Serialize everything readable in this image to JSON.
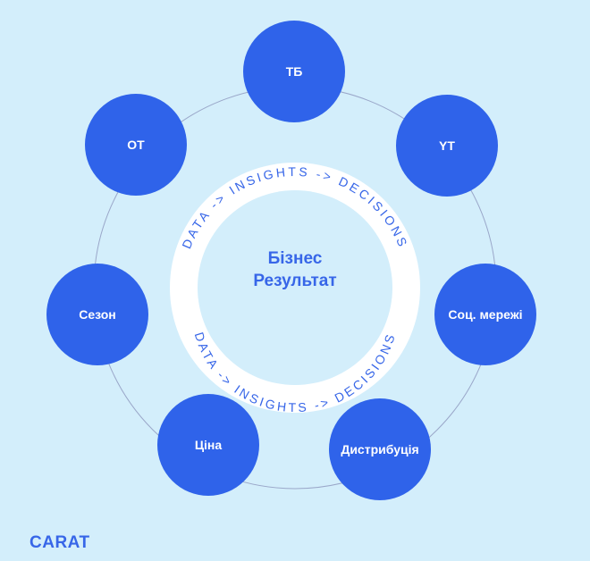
{
  "diagram": {
    "center_text": [
      "Бізнес",
      "Результат"
    ],
    "ring_text_top": "DATA -> INSIGHTS -> DECISIONS",
    "ring_text_bottom": "DATA -> INSIGHTS -> DECISIONS",
    "nodes": [
      {
        "label": "ТБ"
      },
      {
        "label": "YT"
      },
      {
        "label": "Соц. мережі"
      },
      {
        "label": "Дистрибуція"
      },
      {
        "label": "Ціна"
      },
      {
        "label": "Сезон"
      },
      {
        "label": "ОТ"
      }
    ]
  },
  "brand": {
    "logo_text": "CARAT"
  },
  "colors": {
    "background": "#d3eefb",
    "node": "#2f63ea",
    "node_text": "#ffffff",
    "ring": "#ffffff",
    "accent_text": "#3766e8",
    "orbit_line": "#9aa7c9"
  }
}
